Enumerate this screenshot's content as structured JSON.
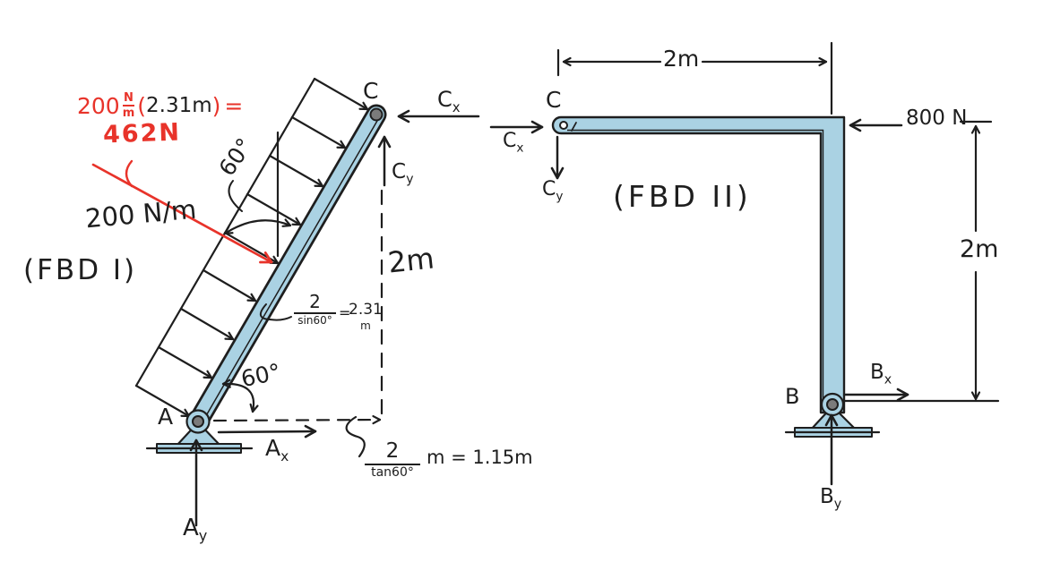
{
  "colors": {
    "ink": "#1e1e1e",
    "red": "#e8332a",
    "beam": "#aad2e3",
    "pin": "#7b7b7b"
  },
  "fbd1": {
    "title": "(FBD I)",
    "red_note": {
      "coeff": "200",
      "unit_num": "N",
      "unit_den": "m",
      "paren_open": "(",
      "value": "2.31m",
      "paren_close": ")",
      "equals": "=",
      "result": "462N"
    },
    "load_label": "200 N/m",
    "angle_top": "60°",
    "angle_bottom": "60°",
    "joint_c": "C",
    "joint_a": "A",
    "force_cx": {
      "base": "C",
      "sub": "x"
    },
    "force_cy": {
      "base": "C",
      "sub": "y"
    },
    "force_ax": {
      "base": "A",
      "sub": "x"
    },
    "force_ay": {
      "base": "A",
      "sub": "y"
    },
    "dim_height": "2m",
    "length_note": {
      "num": "2",
      "den": "sin60°",
      "equals": "=",
      "result_num": "2.31",
      "result_den": "m"
    },
    "base_note": {
      "num": "2",
      "den": "tan60°",
      "suffix": "m = 1.15m"
    }
  },
  "fbd2": {
    "title": "(FBD II)",
    "dim_top": "2m",
    "dim_right": "2m",
    "force_800": "800 N",
    "joint_c": "C",
    "joint_b": "B",
    "force_cx": {
      "base": "C",
      "sub": "x"
    },
    "force_cy": {
      "base": "C",
      "sub": "y"
    },
    "force_bx": {
      "base": "B",
      "sub": "x"
    },
    "force_by": {
      "base": "B",
      "sub": "y"
    }
  }
}
